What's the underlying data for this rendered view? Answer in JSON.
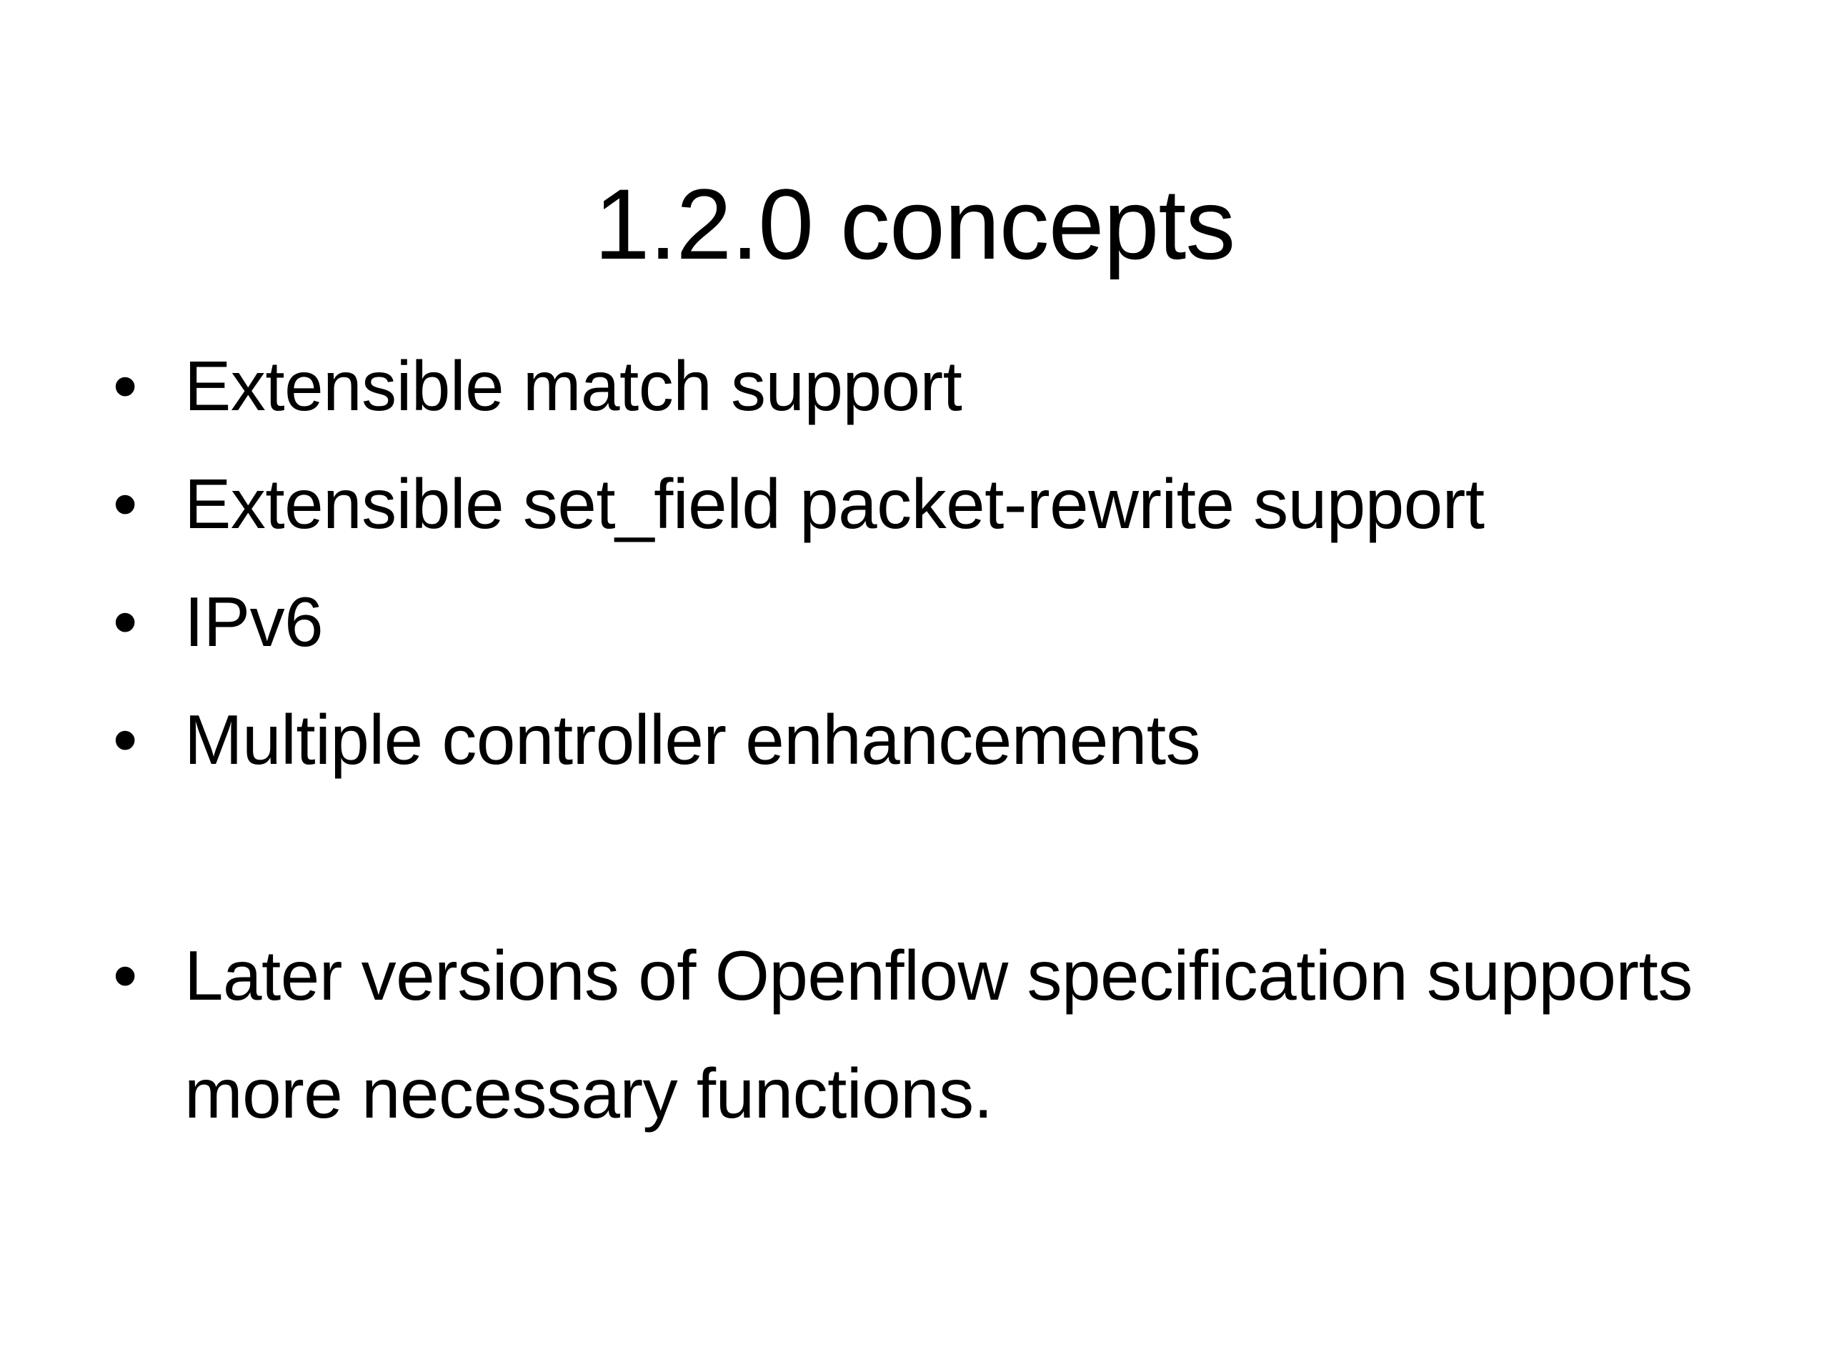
{
  "slide": {
    "background_color": "#ffffff",
    "text_color": "#000000",
    "title": "1.2.0 concepts",
    "bullet_marker": "•",
    "bullets": [
      {
        "text": "Extensible match support"
      },
      {
        "text": "Extensible set_field packet-rewrite support"
      },
      {
        "text": "IPv6"
      },
      {
        "text": "Multiple controller enhancements"
      },
      {
        "text": "Later versions of Openflow specification supports more necessary functions."
      }
    ]
  }
}
